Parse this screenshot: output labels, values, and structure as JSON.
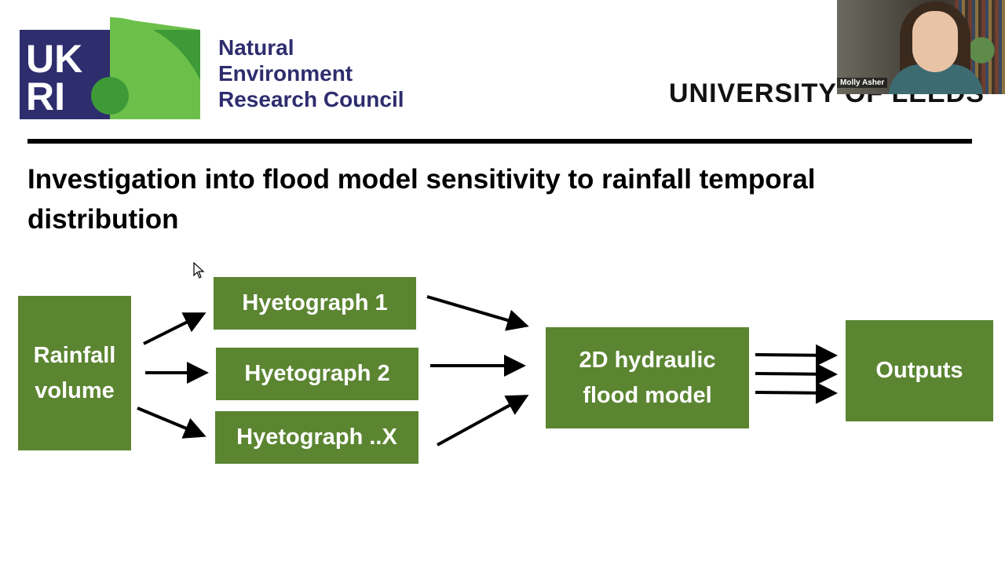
{
  "header": {
    "ukri_logo_text": "UKRI",
    "council_lines": [
      "Natural",
      "Environment",
      "Research Council"
    ],
    "university": "UNIVERSITY OF LEEDS",
    "colors": {
      "ukri_navy": "#2e2d6e",
      "ukri_green": "#6cc04a",
      "ukri_dark_green": "#3e9a36"
    }
  },
  "webcam": {
    "participant_name": "Molly Asher"
  },
  "slide": {
    "title": "Investigation into flood model sensitivity to rainfall temporal distribution"
  },
  "diagram": {
    "box_color": "#5b8531",
    "nodes": {
      "input": {
        "lines": [
          "Rainfall",
          "volume"
        ]
      },
      "hyetographs": [
        {
          "label": "Hyetograph 1"
        },
        {
          "label": "Hyetograph 2"
        },
        {
          "label": "Hyetograph ..X"
        }
      ],
      "model": {
        "lines": [
          "2D hydraulic",
          "flood model"
        ]
      },
      "outputs": {
        "label": "Outputs"
      }
    }
  }
}
